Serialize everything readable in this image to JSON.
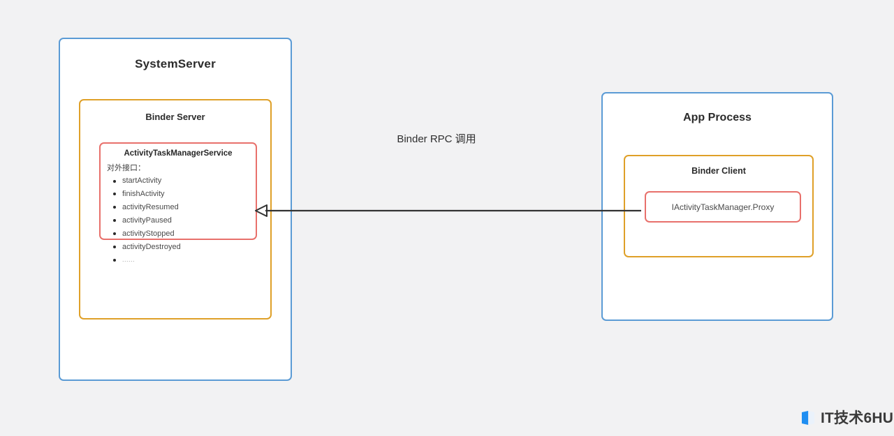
{
  "diagram": {
    "background_color": "#f2f2f3",
    "connector_label": "Binder RPC 调用",
    "colors": {
      "blue_border": "#5b9bd5",
      "orange_border": "#dfa028",
      "red_border": "#e8706b",
      "line": "#333333",
      "box_fill": "#ffffff"
    },
    "left": {
      "outer_title": "SystemServer",
      "middle_title": "Binder Server",
      "inner_title": "ActivityTaskManagerService",
      "interface_label": "对外接口：",
      "interfaces": [
        "startActivity",
        "finishActivity",
        "activityResumed",
        "activityPaused",
        "activityStopped",
        "activityDestroyed",
        "......"
      ]
    },
    "right": {
      "outer_title": "App Process",
      "middle_title": "Binder Client",
      "inner_title": "IActivityTaskManager.Proxy"
    }
  },
  "watermark": {
    "text": "IT技术6HU",
    "icon": "book-icon",
    "icon_color": "#1f8ef1"
  }
}
